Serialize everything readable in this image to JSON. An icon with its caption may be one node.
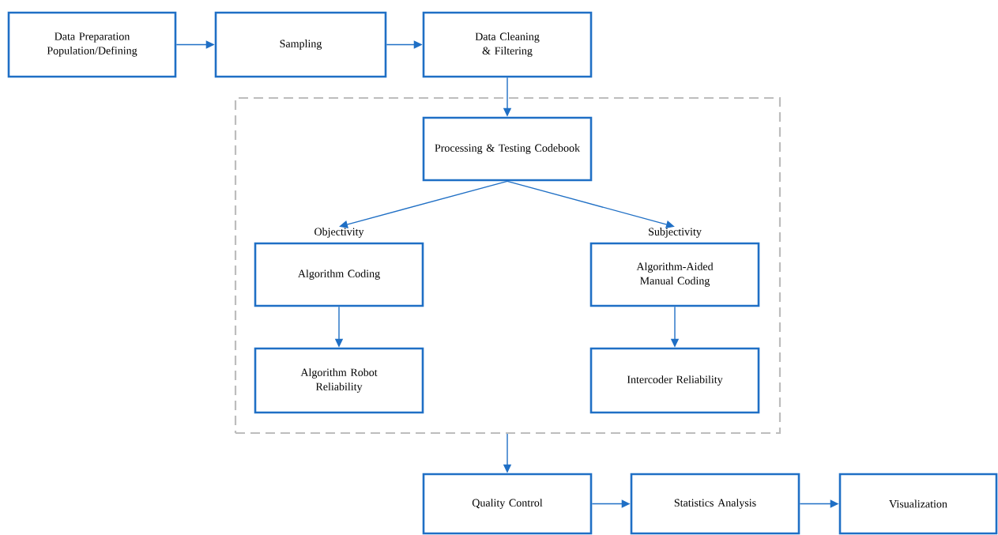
{
  "diagram": {
    "nodes": [
      {
        "text": [
          "Data Preparation Population/Defining"
        ]
      },
      {
        "text": [
          "Sampling"
        ]
      },
      {
        "text": [
          "Data Cleaning & Filtering"
        ]
      },
      {
        "text": [],
        "shape": "box"
      },
      {
        "text": [
          "Processing & Testing Codebook"
        ],
        "in": 3
      },
      {
        "text": [
          "Algorithm Coding"
        ],
        "beside": [
          "Objectivity"
        ],
        "in": 3
      },
      {
        "text": [
          "Algorithm-Aided Manual Coding"
        ],
        "beside": [
          "Subjectivity"
        ],
        "in": 3
      },
      {
        "text": [
          "Algorithm Robot Reliability"
        ],
        "in": 3
      },
      {
        "text": [
          "Intercoder Reliability"
        ],
        "in": 3
      },
      {
        "text": [
          "Quality Control"
        ]
      },
      {
        "text": [
          "Statistics Analysis"
        ]
      },
      {
        "text": [
          "Visualization"
        ]
      }
    ],
    "edges": [
      {
        "from": 0,
        "to": 1,
        "arrow": "to"
      },
      {
        "from": 1,
        "to": 2,
        "arrow": "to"
      },
      {
        "from": 2,
        "to": 4,
        "arrow": "to"
      },
      {
        "from": 4,
        "to": 5,
        "arrow": "to"
      },
      {
        "from": 4,
        "to": 6,
        "arrow": "to"
      },
      {
        "from": 5,
        "to": 7,
        "arrow": "to"
      },
      {
        "from": 6,
        "to": 8,
        "arrow": "to"
      },
      {
        "from": 3,
        "to": 9,
        "arrow": "to"
      },
      {
        "from": 9,
        "to": 10,
        "arrow": "to"
      },
      {
        "from": 10,
        "to": 11,
        "arrow": "to"
      }
    ]
  }
}
